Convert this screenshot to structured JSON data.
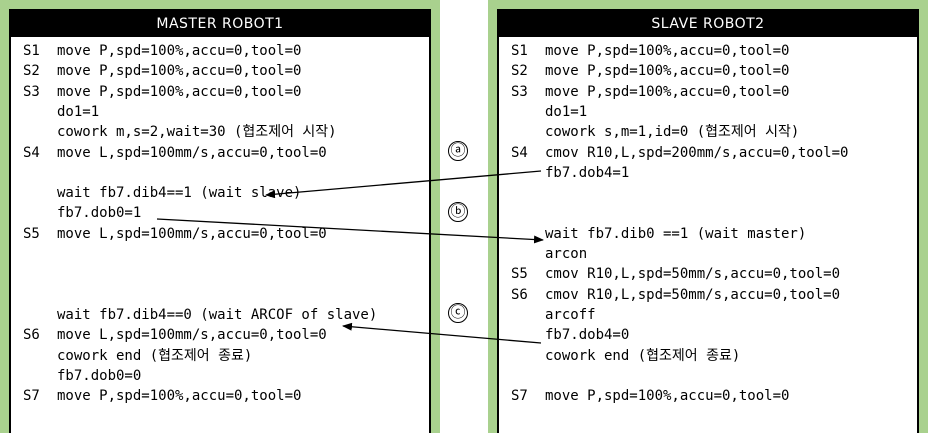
{
  "master": {
    "title": "MASTER ROBOT1",
    "lines": [
      {
        "step": "S1",
        "text": "move P,spd=100%,accu=0,tool=0"
      },
      {
        "step": "S2",
        "text": "move P,spd=100%,accu=0,tool=0"
      },
      {
        "step": "S3",
        "text": "move P,spd=100%,accu=0,tool=0"
      },
      {
        "step": "",
        "text": "do1=1"
      },
      {
        "step": "",
        "text": "cowork m,s=2,wait=30 (협조제어 시작)"
      },
      {
        "step": "S4",
        "text": "move L,spd=100mm/s,accu=0,tool=0"
      },
      {
        "step": "",
        "text": ""
      },
      {
        "step": "",
        "text": "wait fb7.dib4==1 (wait slave)"
      },
      {
        "step": "",
        "text": "fb7.dob0=1"
      },
      {
        "step": "S5",
        "text": "move L,spd=100mm/s,accu=0,tool=0"
      },
      {
        "step": "",
        "text": ""
      },
      {
        "step": "",
        "text": ""
      },
      {
        "step": "",
        "text": ""
      },
      {
        "step": "",
        "text": "wait fb7.dib4==0 (wait ARCOF of slave)"
      },
      {
        "step": "S6",
        "text": "move L,spd=100mm/s,accu=0,tool=0"
      },
      {
        "step": "",
        "text": "cowork end (협조제어 종료)"
      },
      {
        "step": "",
        "text": "fb7.dob0=0"
      },
      {
        "step": "S7",
        "text": "move P,spd=100%,accu=0,tool=0"
      }
    ]
  },
  "slave": {
    "title": "SLAVE ROBOT2",
    "lines": [
      {
        "step": "S1",
        "text": "move P,spd=100%,accu=0,tool=0"
      },
      {
        "step": "S2",
        "text": "move P,spd=100%,accu=0,tool=0"
      },
      {
        "step": "S3",
        "text": "move P,spd=100%,accu=0,tool=0"
      },
      {
        "step": "",
        "text": "do1=1"
      },
      {
        "step": "",
        "text": "cowork s,m=1,id=0 (협조제어 시작)"
      },
      {
        "step": "S4",
        "text": "cmov R10,L,spd=200mm/s,accu=0,tool=0"
      },
      {
        "step": "",
        "text": "fb7.dob4=1"
      },
      {
        "step": "",
        "text": ""
      },
      {
        "step": "",
        "text": ""
      },
      {
        "step": "",
        "text": "wait fb7.dib0 ==1 (wait master)"
      },
      {
        "step": "",
        "text": "arcon"
      },
      {
        "step": "S5",
        "text": "cmov R10,L,spd=50mm/s,accu=0,tool=0"
      },
      {
        "step": "S6",
        "text": "cmov R10,L,spd=50mm/s,accu=0,tool=0"
      },
      {
        "step": "",
        "text": "arcoff"
      },
      {
        "step": "",
        "text": "fb7.dob4=0"
      },
      {
        "step": "",
        "text": "cowork end (협조제어 종료)"
      },
      {
        "step": "",
        "text": ""
      },
      {
        "step": "S7",
        "text": "move P,spd=100%,accu=0,tool=0"
      }
    ]
  },
  "markers": {
    "a": "ⓐ",
    "b": "ⓑ",
    "c": "ⓒ"
  }
}
